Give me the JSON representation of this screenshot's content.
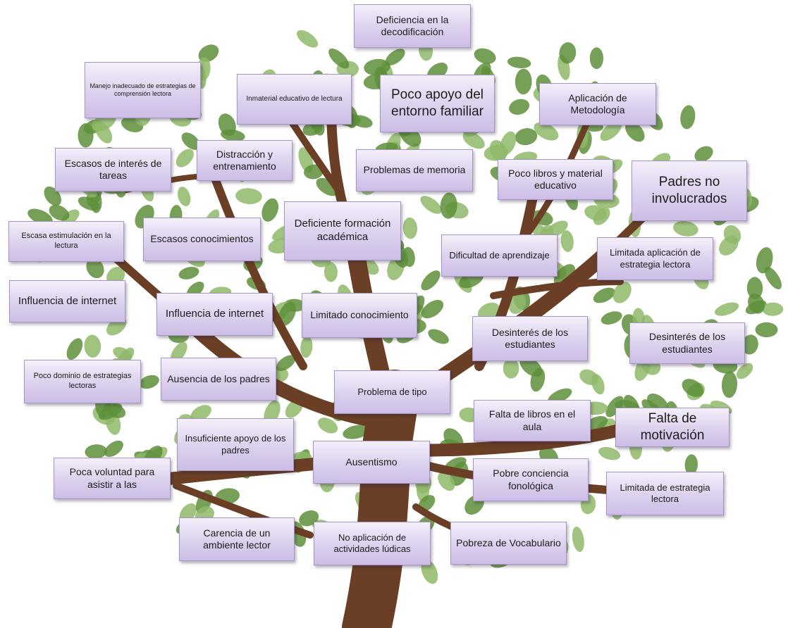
{
  "colors": {
    "trunk": "#6b3f26",
    "leaf_dark": "#5e8f3a",
    "leaf_light": "#8fb868",
    "box_fill": "#dcd0ee",
    "box_border": "#a696c4"
  },
  "boxes": [
    {
      "text": "Deficiencia en la decodificación"
    },
    {
      "text": "Manejo inadecuado de estrategias  de comprensión lectora"
    },
    {
      "text": "Inmaterial educativo de lectura"
    },
    {
      "text": "Poco apoyo del entorno familiar"
    },
    {
      "text": "Aplicación de Metodología"
    },
    {
      "text": "Escasos de interés de tareas"
    },
    {
      "text": "Distracción y entrenamiento"
    },
    {
      "text": "Problemas de memoria"
    },
    {
      "text": "Poco libros y material educativo"
    },
    {
      "text": "Padres no involucrados"
    },
    {
      "text": "Escasa estimulación en la lectura"
    },
    {
      "text": "Escasos conocimientos"
    },
    {
      "text": "Deficiente formación académica"
    },
    {
      "text": "Dificultad de aprendizaje"
    },
    {
      "text": "Limitada aplicación de estrategia lectora"
    },
    {
      "text": "Influencia de internet"
    },
    {
      "text": "Influencia de internet"
    },
    {
      "text": "Limitado conocimiento"
    },
    {
      "text": "Desinterés de los estudiantes"
    },
    {
      "text": "Desinterés de los estudiantes"
    },
    {
      "text": "Poco dominio de estrategias lectoras"
    },
    {
      "text": "Ausencia de los padres"
    },
    {
      "text": "Problema de tipo"
    },
    {
      "text": "Falta de libros en el aula"
    },
    {
      "text": "Falta de motivación"
    },
    {
      "text": "Insuficiente  apoyo de los padres"
    },
    {
      "text": "Ausentismo"
    },
    {
      "text": "Poca voluntad para asistir a las"
    },
    {
      "text": "Pobre conciencia fonológica"
    },
    {
      "text": "Limitada de estrategia lectora"
    },
    {
      "text": "Carencia de un ambiente lector"
    },
    {
      "text": "No aplicación de actividades lúdicas"
    },
    {
      "text": "Pobreza de Vocabulario"
    }
  ]
}
